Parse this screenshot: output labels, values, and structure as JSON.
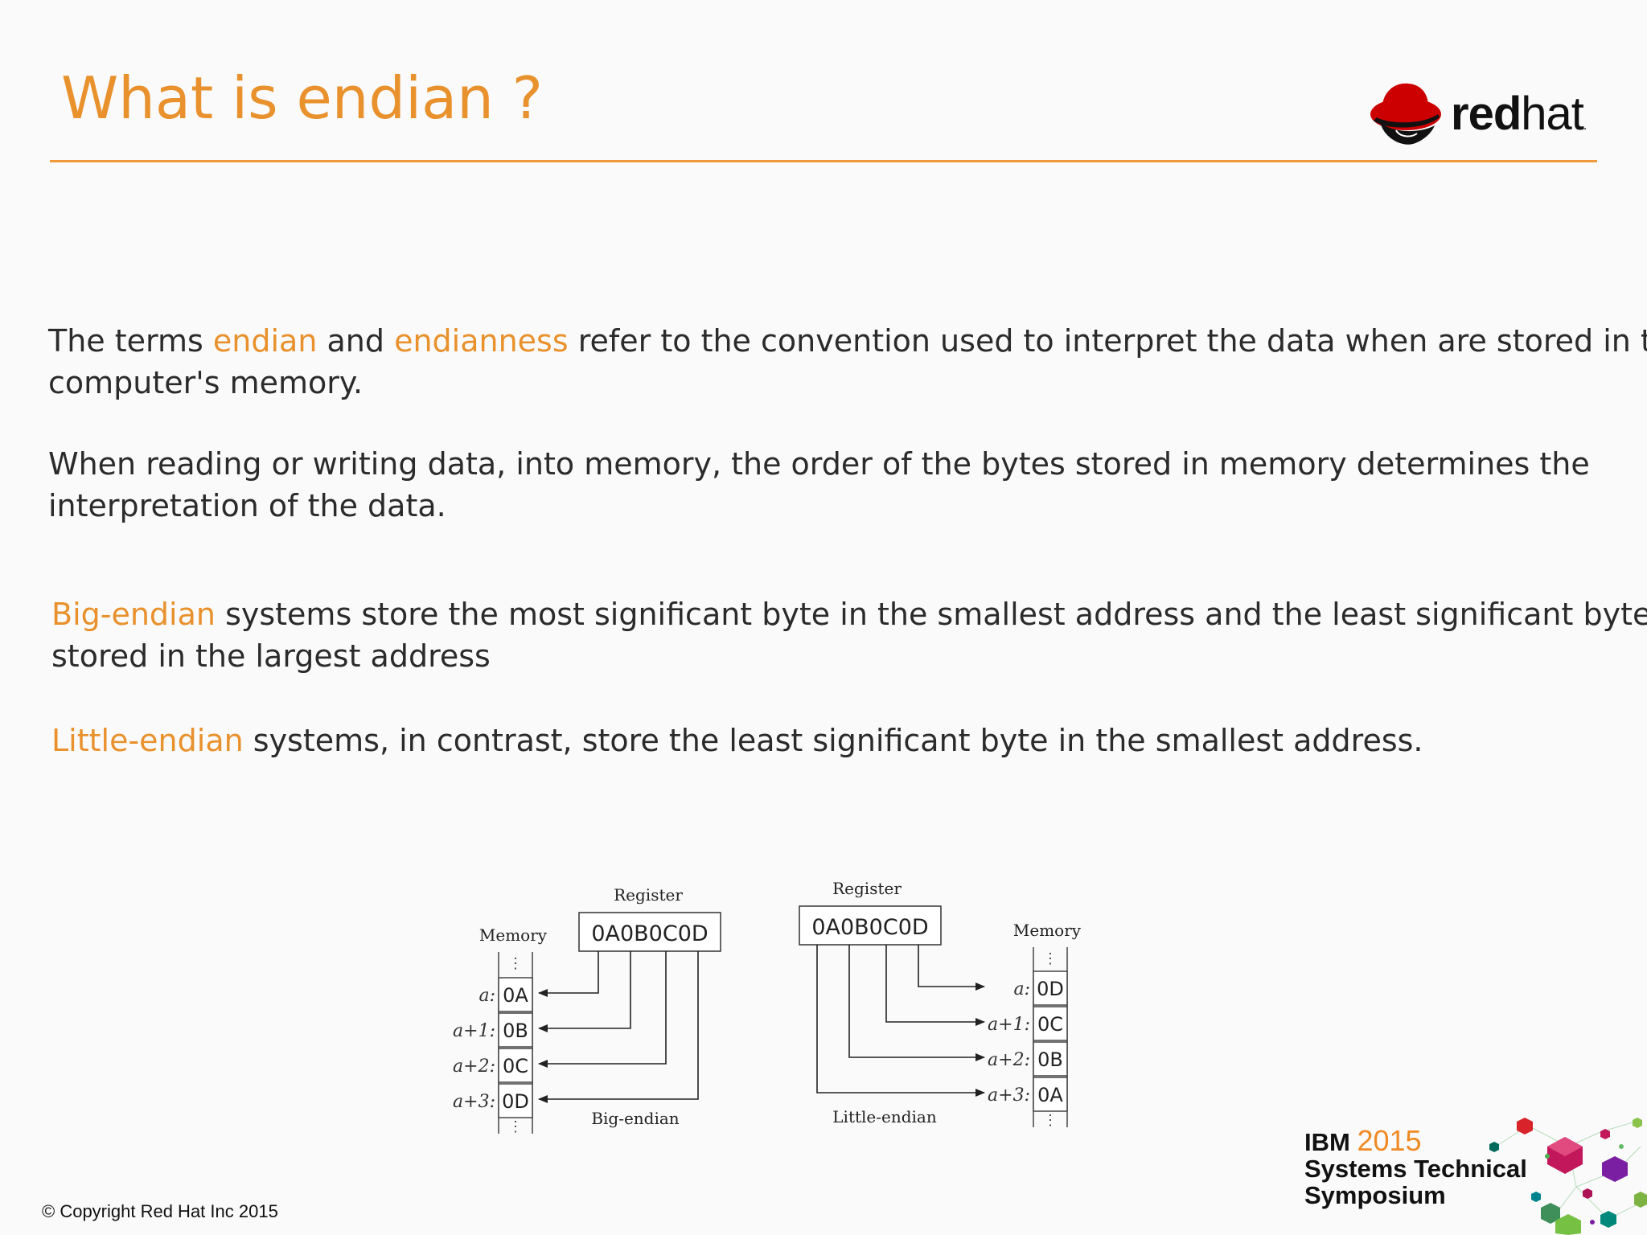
{
  "slide": {
    "title": "What is endian ?",
    "logo": {
      "word_bold": "red",
      "word_light": "hat",
      "trademark": "."
    },
    "para1": {
      "line1_a": "The terms ",
      "line1_hl1": "endian",
      "line1_b": " and ",
      "line1_hl2": "endianness",
      "line1_c": " refer to the convention used to interpret the data when are stored in the",
      "line2": "computer's memory."
    },
    "para2": {
      "line1": "When reading or writing data, into memory, the order of the bytes stored in memory determines the",
      "line2": "interpretation of the data."
    },
    "para3": {
      "hl": "Big-endian",
      "line1": " systems store the most significant byte in the smallest address and the least significant byte is",
      "line2": "stored in the largest address"
    },
    "para4": {
      "hl": "Little-endian",
      "line1": " systems, in contrast, store the least significant byte in the smallest address."
    },
    "diagram": {
      "big": {
        "register_label": "Register",
        "register_value": "0A0B0C0D",
        "memory_label": "Memory",
        "caption": "Big-endian",
        "cells": [
          {
            "addr": "a:",
            "value": "0A"
          },
          {
            "addr": "a+1:",
            "value": "0B"
          },
          {
            "addr": "a+2:",
            "value": "0C"
          },
          {
            "addr": "a+3:",
            "value": "0D"
          }
        ]
      },
      "little": {
        "register_label": "Register",
        "register_value": "0A0B0C0D",
        "memory_label": "Memory",
        "caption": "Little-endian",
        "cells": [
          {
            "addr": "a:",
            "value": "0D"
          },
          {
            "addr": "a+1:",
            "value": "0C"
          },
          {
            "addr": "a+2:",
            "value": "0B"
          },
          {
            "addr": "a+3:",
            "value": "0A"
          }
        ]
      },
      "ellipsis": "⋮"
    },
    "event": {
      "company": "IBM",
      "year": "2015",
      "line2": "Systems Technical",
      "line3": "Symposium"
    },
    "copyright": "© Copyright Red Hat Inc 2015"
  },
  "colors": {
    "accent": "#e8912d",
    "rule": "#ef9a3c",
    "logo_red": "#cc0000",
    "text": "#2b2b2b"
  }
}
